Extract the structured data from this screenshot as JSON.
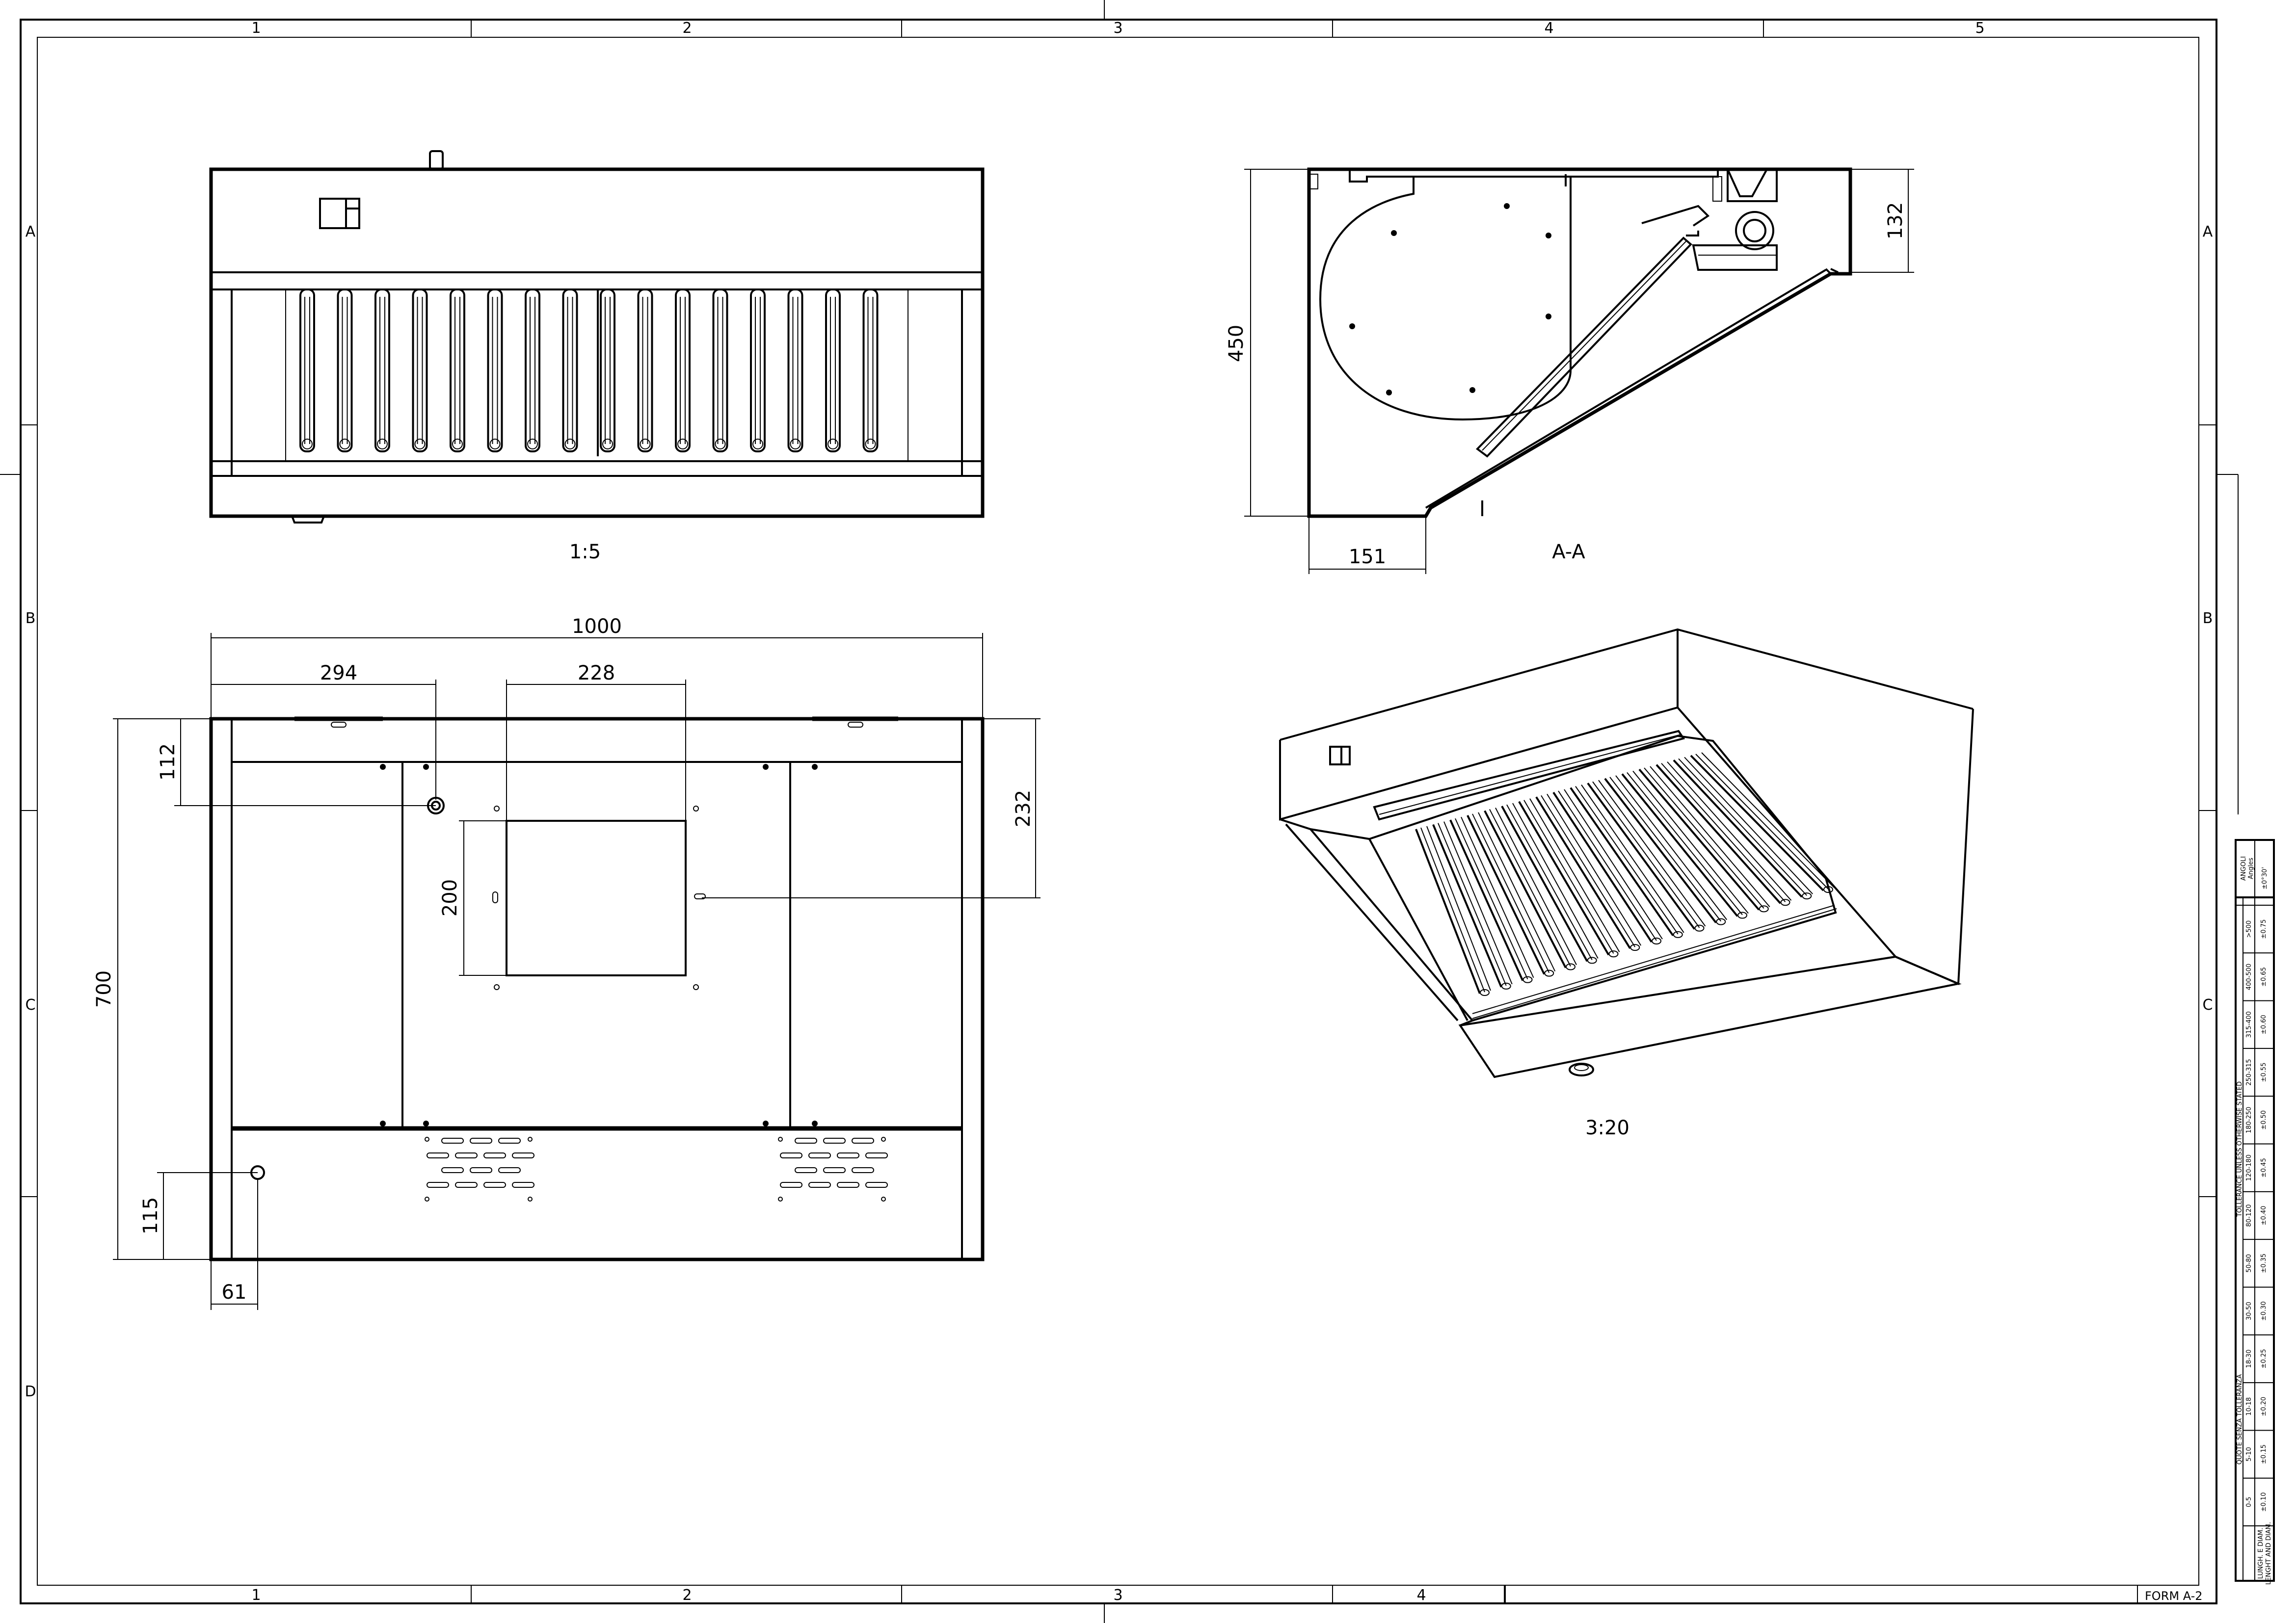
{
  "sheet": {
    "form": "FORM A-2",
    "zones_top": [
      "1",
      "2",
      "3",
      "4",
      "5"
    ],
    "zones_bottom": [
      "1",
      "2",
      "3",
      "4"
    ],
    "rows": [
      "A",
      "B",
      "C",
      "D"
    ]
  },
  "views": {
    "front": {
      "scale": "1:5"
    },
    "section": {
      "label": "A-A",
      "dims": {
        "height": "450",
        "top": "132",
        "depth": "151"
      }
    },
    "plan": {
      "dims": {
        "width": "1000",
        "offset": "294",
        "cutout_w": "228",
        "cutout_h": "200",
        "depth": "700",
        "top": "112",
        "right": "232",
        "bottom": "115",
        "side": "61"
      }
    },
    "iso": {
      "scale": "3:20"
    }
  },
  "tolerance_table": {
    "title_it": "QUOTE SENZA TOLLERANZA",
    "title_en": "TOLLERANCE UNLESS OTHERWISE STATED",
    "row_label_it": "LUNGH. E DIAM.",
    "row_label_en": "LENGHT AND DIAM.",
    "ranges": [
      "0-5",
      "5-10",
      "10-18",
      "18-30",
      "30-50",
      "50-80",
      "80-120",
      "120-180",
      "180-250",
      "250-315",
      "315-400",
      "400-500",
      ">500"
    ],
    "values": [
      "±0.10",
      "±0.15",
      "±0.20",
      "±0.25",
      "±0.30",
      "±0.35",
      "±0.40",
      "±0.45",
      "±0.50",
      "±0.55",
      "±0.60",
      "±0.65",
      "±0.75"
    ],
    "angles_label_it": "ANGOLI",
    "angles_label_en": "Angles",
    "angles_value": "±0°30'"
  }
}
